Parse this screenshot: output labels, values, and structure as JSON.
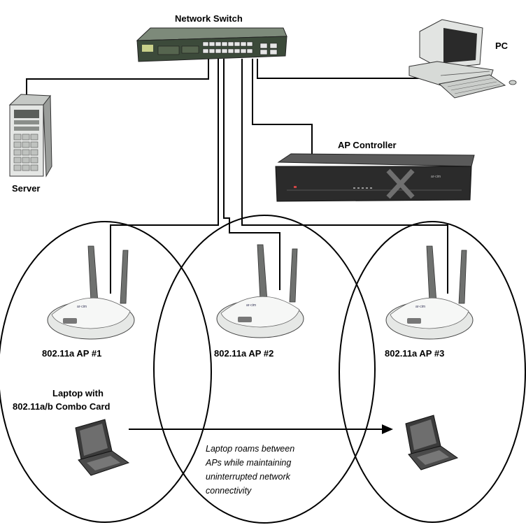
{
  "labels": {
    "network_switch": "Network Switch",
    "pc": "PC",
    "server": "Server",
    "ap_controller": "AP Controller",
    "ap1": "802.11a AP #1",
    "ap2": "802.11a AP #2",
    "ap3": "802.11a AP #3",
    "laptop_line1": "Laptop with",
    "laptop_line2": "802.11a/b Combo Card"
  },
  "roaming_note": [
    "Laptop roams between",
    "APs while maintaining",
    "uninterrupted network",
    "connectivity"
  ],
  "colors": {
    "line": "#000000",
    "device_dark": "#2b2b2b",
    "device_light": "#e9ece9",
    "switch_body": "#3c4a3a"
  }
}
